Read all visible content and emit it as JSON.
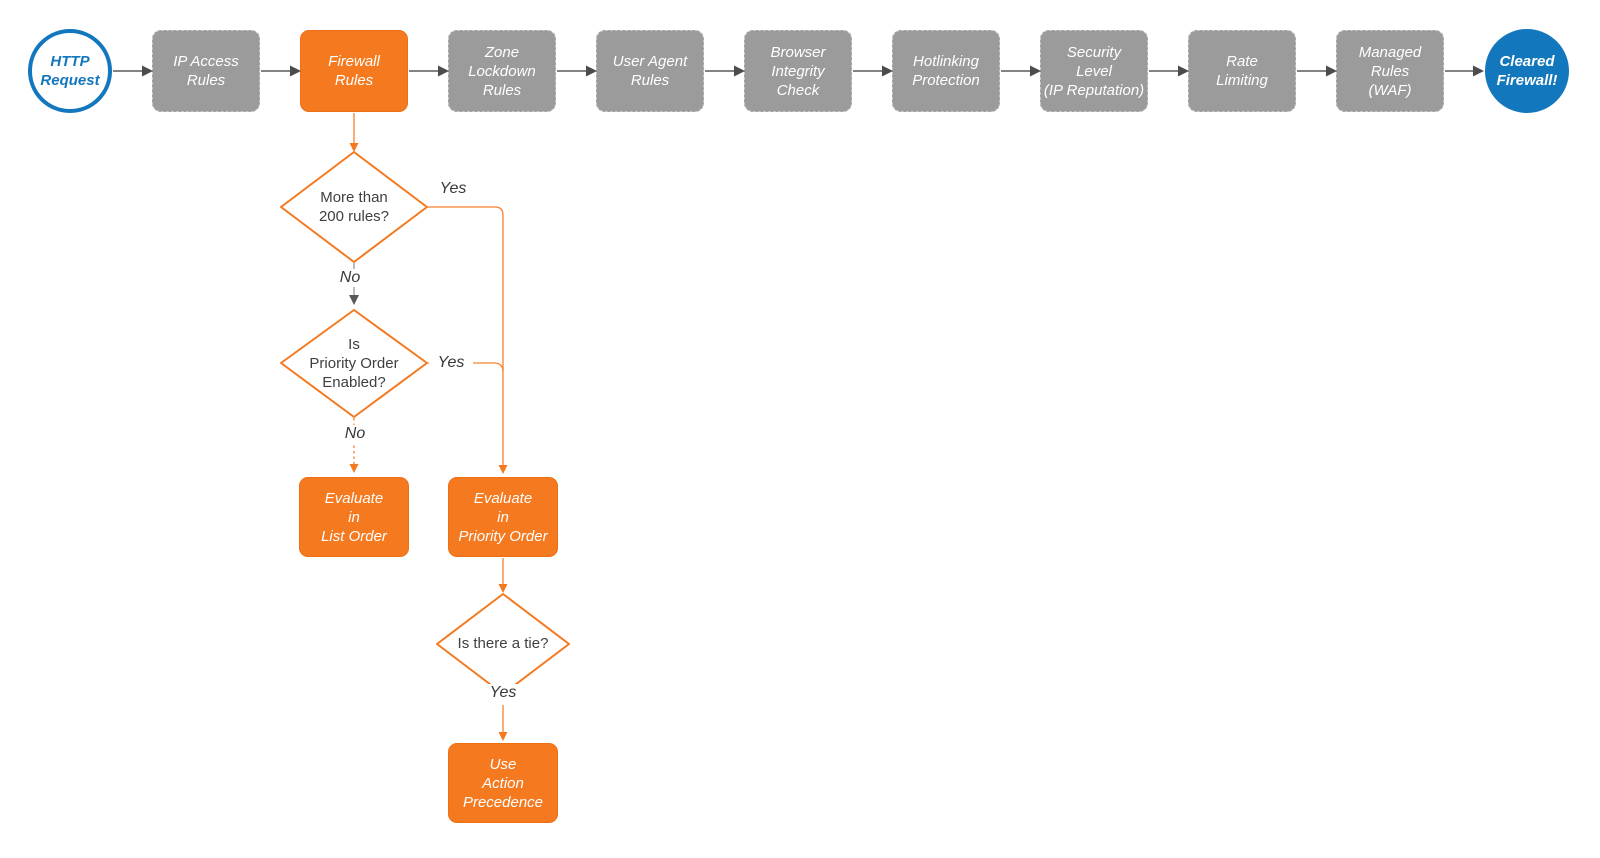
{
  "colors": {
    "blue": "#1377BE",
    "orange": "#F5791F",
    "gray_box": "#9B9B9B",
    "arrow_gray": "#5A5A5A",
    "text_dark": "#3F3F3F"
  },
  "nodes": {
    "start": {
      "label": "HTTP\nRequest"
    },
    "end": {
      "label": "Cleared\nFirewall!"
    },
    "pipeline": [
      {
        "label": "IP Access\nRules",
        "variant": "gray"
      },
      {
        "label": "Firewall\nRules",
        "variant": "orange"
      },
      {
        "label": "Zone\nLockdown\nRules",
        "variant": "gray"
      },
      {
        "label": "User Agent\nRules",
        "variant": "gray"
      },
      {
        "label": "Browser\nIntegrity\nCheck",
        "variant": "gray"
      },
      {
        "label": "Hotlinking\nProtection",
        "variant": "gray"
      },
      {
        "label": "Security\nLevel\n(IP Reputation)",
        "variant": "gray"
      },
      {
        "label": "Rate\nLimiting",
        "variant": "gray"
      },
      {
        "label": "Managed\nRules\n(WAF)",
        "variant": "gray"
      }
    ],
    "decision_200_rules": {
      "label": "More than\n200 rules?"
    },
    "decision_priority_order": {
      "label": "Is\nPriority Order\nEnabled?"
    },
    "decision_tie": {
      "label": "Is there a tie?"
    },
    "action_list_order": {
      "label": "Evaluate\nin\nList Order"
    },
    "action_priority_order": {
      "label": "Evaluate\nin\nPriority Order"
    },
    "action_precedence": {
      "label": "Use\nAction\nPrecedence"
    }
  },
  "edge_labels": {
    "more_than_200_yes": "Yes",
    "more_than_200_no": "No",
    "priority_order_yes": "Yes",
    "priority_order_no": "No",
    "tie_yes": "Yes"
  }
}
